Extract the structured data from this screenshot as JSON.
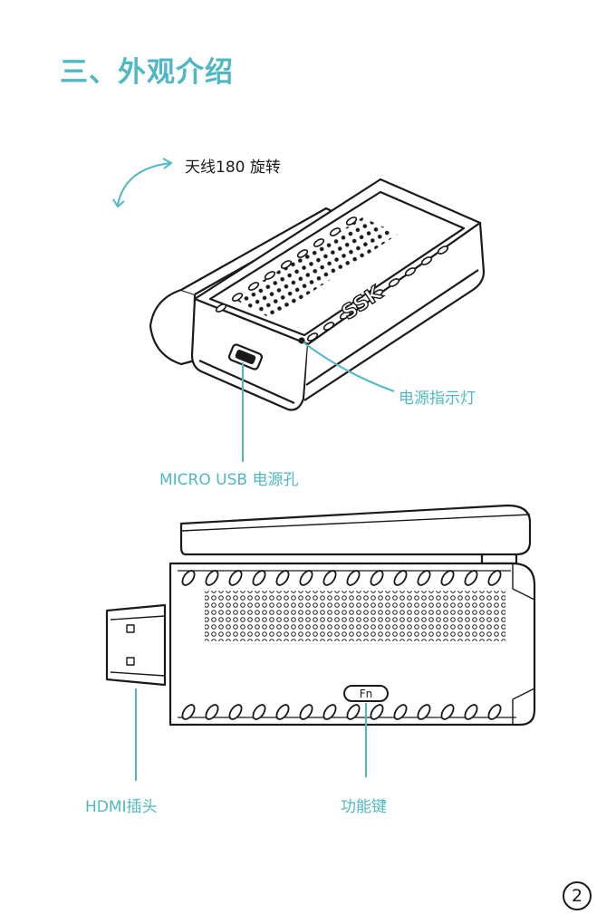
{
  "page": {
    "section_title": "三、外观介绍",
    "page_number": "2"
  },
  "labels": {
    "antenna_rotation": "天线180 旋转",
    "power_indicator": "电源指示灯",
    "micro_usb_port": "MICRO USB 电源孔",
    "hdmi_plug": "HDMI插头",
    "function_key": "功能键"
  },
  "device": {
    "brand_logo": "SSK",
    "fn_button_text": "Fn"
  },
  "colors": {
    "accent": "#4fb8c4",
    "line": "#1a1a1a"
  },
  "icons": {
    "rotation_arrow": "curved-arrow-icon"
  }
}
